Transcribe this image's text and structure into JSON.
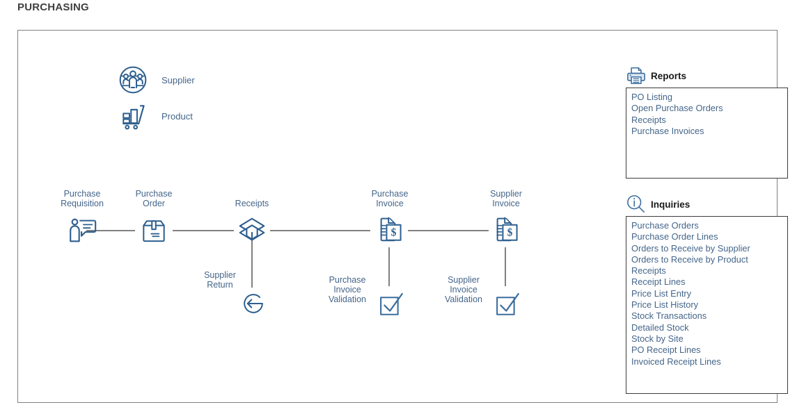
{
  "page": {
    "title": "PURCHASING",
    "accent_icon_color": "#3c6e9f",
    "accent_icon_dark": "#1f4e79",
    "label_color": "#44658a",
    "title_color": "#404040",
    "connector_color": "#808080",
    "frame_border_color": "#7f7f7f",
    "panel_border_color": "#3b3b3b"
  },
  "entities": [
    {
      "label": "Supplier",
      "icon": "supplier-group-icon"
    },
    {
      "label": "Product",
      "icon": "product-cart-icon"
    }
  ],
  "flow": {
    "nodes": [
      {
        "id": "purchase-requisition",
        "label": "Purchase\nRequisition",
        "icon": "person-request-icon"
      },
      {
        "id": "purchase-order",
        "label": "Purchase\nOrder",
        "icon": "package-box-icon"
      },
      {
        "id": "receipts",
        "label": "Receipts",
        "icon": "open-box-icon"
      },
      {
        "id": "purchase-invoice",
        "label": "Purchase\nInvoice",
        "icon": "invoice-dollar-icon"
      },
      {
        "id": "supplier-invoice",
        "label": "Supplier\nInvoice",
        "icon": "invoice-dollar-icon"
      },
      {
        "id": "supplier-return",
        "label": "Supplier\nReturn",
        "icon": "return-arrow-icon"
      },
      {
        "id": "purchase-invoice-validation",
        "label": "Purchase\nInvoice\nValidation",
        "icon": "check-square-icon"
      },
      {
        "id": "supplier-invoice-validation",
        "label": "Supplier\nInvoice\nValidation",
        "icon": "check-square-icon"
      }
    ]
  },
  "reports": {
    "title": "Reports",
    "icon": "printer-icon",
    "items": [
      "PO Listing",
      "Open Purchase Orders",
      "Receipts",
      "Purchase Invoices"
    ]
  },
  "inquiries": {
    "title": "Inquiries",
    "icon": "info-magnifier-icon",
    "items": [
      "Purchase Orders",
      "Purchase Order Lines",
      "Orders to Receive by Supplier",
      "Orders to Receive by Product",
      "Receipts",
      "Receipt Lines",
      "Price List Entry",
      "Price List History",
      "Stock Transactions",
      "Detailed Stock",
      "Stock by Site",
      "PO Receipt Lines",
      "Invoiced Receipt Lines"
    ]
  }
}
